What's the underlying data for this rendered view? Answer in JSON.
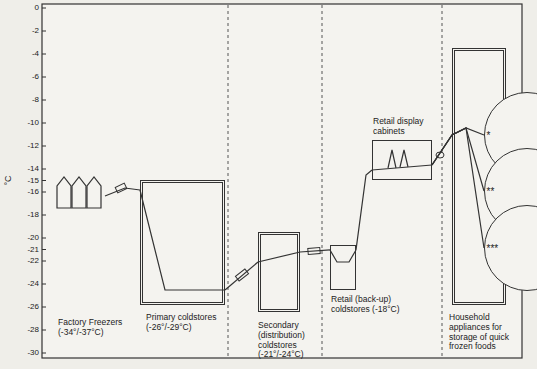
{
  "diagram": {
    "nodes": [
      {
        "text": [
          "Factory Freezers (-34°/-37°C)"
        ]
      },
      {
        "text": [
          "Primary coldstores (-26°/-29°C)"
        ]
      },
      {
        "text": [
          "Secondary (distribution) coldstores (-21°/-24°C)"
        ]
      },
      {
        "text": [
          "Retail (back-up) coldstores (-18°C)"
        ]
      },
      {
        "text": [
          "Retail display cabinets"
        ]
      },
      {
        "text": [
          "Household appliances for storage of quick frozen foods"
        ]
      },
      {
        "text": [
          "*"
        ],
        "in": 5
      },
      {
        "text": [
          "**"
        ],
        "in": 5
      },
      {
        "text": [
          "***"
        ],
        "in": 5
      }
    ],
    "edges": [
      {
        "from": 0,
        "to": 1,
        "arrow": "none"
      },
      {
        "from": 1,
        "to": 2,
        "arrow": "none"
      },
      {
        "from": 2,
        "to": 3,
        "arrow": "none"
      },
      {
        "from": 3,
        "to": 4,
        "arrow": "none"
      },
      {
        "from": 4,
        "to": 6,
        "arrow": "none"
      },
      {
        "from": 4,
        "to": 7,
        "arrow": "none"
      },
      {
        "from": 4,
        "to": 8,
        "arrow": "none"
      }
    ],
    "labels": [
      "°C",
      "0",
      "-2",
      "-4",
      "-6",
      "-8",
      "-10",
      "-12",
      "-14",
      "-15",
      "-16",
      "-18",
      "-20",
      "-21",
      "-22",
      "-24",
      "-26",
      "-28",
      "-30"
    ]
  }
}
